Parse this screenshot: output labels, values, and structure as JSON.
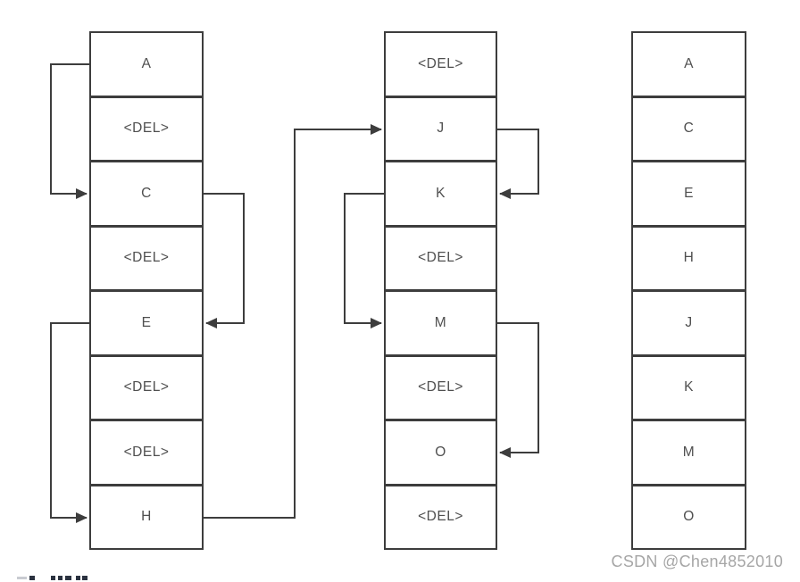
{
  "watermark": {
    "text": "CSDN @Chen4852010",
    "color": "#a6a6a6"
  },
  "diagram": {
    "type": "array-compaction-linked-skip-of-deleted-slots",
    "columns": [
      {
        "id": "array-before",
        "cells": [
          "A",
          "<DEL>",
          "C",
          "<DEL>",
          "E",
          "<DEL>",
          "<DEL>",
          "H"
        ]
      },
      {
        "id": "array-middle",
        "cells": [
          "<DEL>",
          "J",
          "K",
          "<DEL>",
          "M",
          "<DEL>",
          "O",
          "<DEL>"
        ]
      },
      {
        "id": "array-result",
        "cells": [
          "A",
          "C",
          "E",
          "H",
          "J",
          "K",
          "M",
          "O"
        ]
      }
    ],
    "arrows": [
      {
        "from": "A",
        "to": "C",
        "side": "left"
      },
      {
        "from": "C",
        "to": "E",
        "side": "right"
      },
      {
        "from": "E",
        "to": "H",
        "side": "left"
      },
      {
        "from": "H",
        "to": "J",
        "side": "across"
      },
      {
        "from": "J",
        "to": "K",
        "side": "right"
      },
      {
        "from": "K",
        "to": "M",
        "side": "left"
      },
      {
        "from": "M",
        "to": "O",
        "side": "right"
      }
    ]
  },
  "colors": {
    "border": "#3d3d3d",
    "cell_text": "#4f4f4f",
    "arrow": "#3d3d3d",
    "watermark": "#a6a6a6",
    "background": "#ffffff"
  }
}
